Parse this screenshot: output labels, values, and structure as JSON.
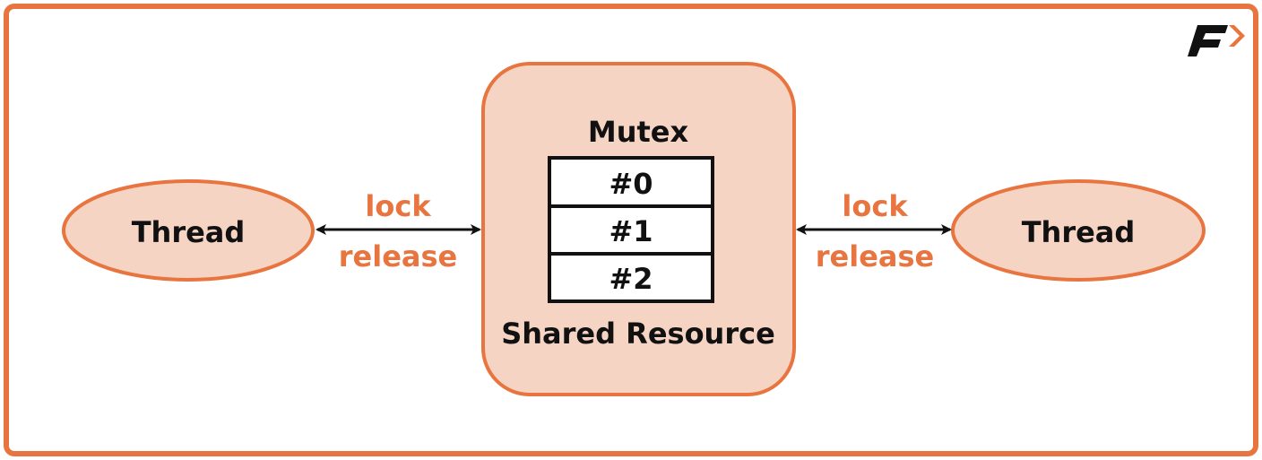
{
  "diagram": {
    "left_thread": {
      "label": "Thread"
    },
    "right_thread": {
      "label": "Thread"
    },
    "left_link": {
      "top_label": "lock",
      "bottom_label": "release"
    },
    "right_link": {
      "top_label": "lock",
      "bottom_label": "release"
    },
    "resource": {
      "title": "Mutex",
      "caption": "Shared Resource",
      "cells": [
        "#0",
        "#1",
        "#2"
      ]
    }
  },
  "colors": {
    "accent": "#e8753f",
    "fill": "#f6d4c4",
    "text": "#111111"
  },
  "logo": {
    "icon": "f-arrow-logo"
  }
}
